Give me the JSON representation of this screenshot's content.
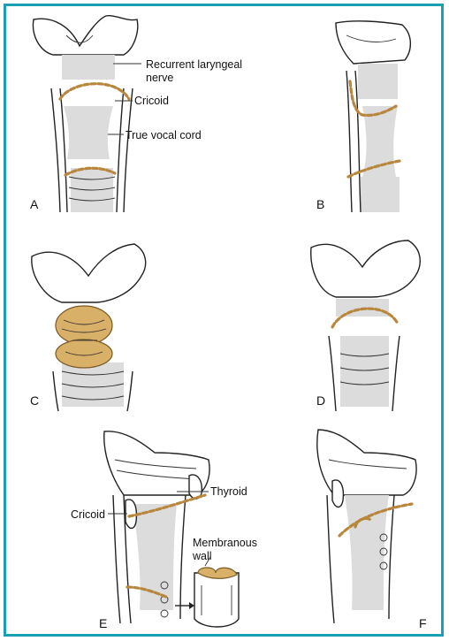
{
  "labels": {
    "recurrent_laryngeal_nerve_1": "Recurrent laryngeal",
    "recurrent_laryngeal_nerve_2": "nerve",
    "cricoid_a": "Cricoid",
    "true_vocal_cord": "True vocal cord",
    "thyroid": "Thyroid",
    "cricoid_e": "Cricoid",
    "membranous_wall_1": "Membranous",
    "membranous_wall_2": "wall"
  },
  "panels": {
    "a": "A",
    "b": "B",
    "c": "C",
    "d": "D",
    "e": "E",
    "f": "F"
  },
  "colors": {
    "frame": "#1a9fb5",
    "incision": "#b8863c",
    "flap": "#d9b068"
  }
}
